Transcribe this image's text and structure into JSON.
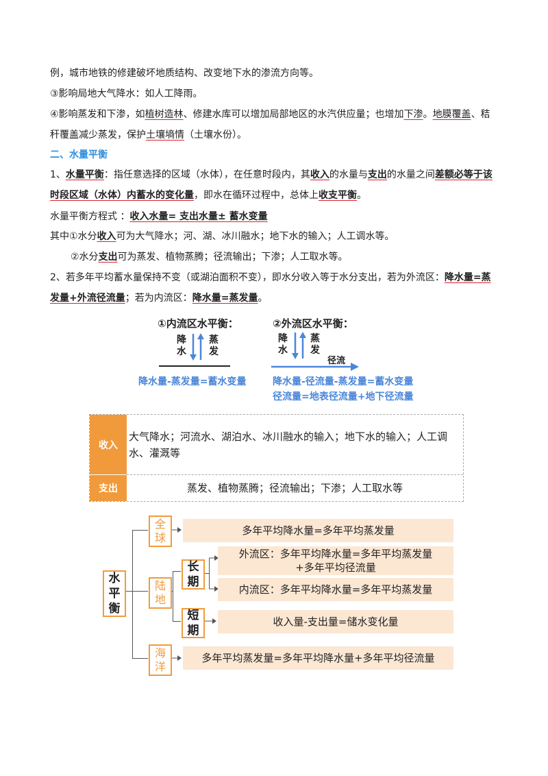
{
  "p1": "例，城市地铁的修建破坏地质结构、改变地下水的渗流方向等。",
  "p2": "③影响局地大气降水：如人工降雨。",
  "p3": {
    "a": "④影响蒸发和下渗，如",
    "b": "植树造林",
    "c": "、修建水库可以增加局部地区的水汽供应量；也增加",
    "d": "下渗",
    "e": "。",
    "f": "地膜覆盖",
    "g": "、秸"
  },
  "p4": {
    "a": "秆覆盖减少蒸发，保护",
    "b": "土壤墒情",
    "c": "（土壤水份）。"
  },
  "h2": "二、水量平衡",
  "d1": {
    "a": "1、",
    "b": "水量平衡",
    "c": "：指任意选择的区域（水体），在任意时段内，其",
    "d": "收入",
    "e": "的水量与",
    "f": "支出",
    "g": "的水量之间",
    "h": "差额必等于该"
  },
  "d2": {
    "a": "时段区域（水体）内蓄水的变化量",
    "b": "，即水在循环过程中，总体上",
    "c": "收支平衡",
    "d": "。"
  },
  "eq": {
    "a": "水量平衡方程式 ：",
    "b": "收入水量= 支出水量± 蓄水变量"
  },
  "in": {
    "a": "其中①水分",
    "b": "收入",
    "c": "可为大气降水；河、湖、冰川融水；地下水的输入；人工调水等。"
  },
  "out": {
    "a": "②水分",
    "b": "支出",
    "c": "可为蒸发、植物蒸腾；径流输出；下渗；人工取水等。"
  },
  "d3": {
    "a": "2、若多年平均蓄水量保持不变（或湖泊面积不变），即水分收入等于水分支出，若为外流区：",
    "b": "降水量=蒸"
  },
  "d4": {
    "a": "发量+外流径流量",
    "b": "；若为内流区：",
    "c": "降水量=蒸发量",
    "d": "。"
  },
  "diagram": {
    "left_title": "①内流区水平衡：",
    "right_title": "②外流区水平衡：",
    "precip": "降水",
    "evap": "蒸发",
    "runoff": "径流",
    "left_eq": "降水量-蒸发量=蓄水变量",
    "right_eq1": "降水量-径流量-蒸发量=蓄水变量",
    "right_eq2": "径流量=地表径流量+地下径流量",
    "accent": "#4a86d9"
  },
  "table": {
    "in_label": "收入",
    "in_text": "大气降水；河流水、湖泊水、冰川融水的输入；地下水的输入；人工调水、灌溉等",
    "out_label": "支出",
    "out_text": "蒸发、植物蒸腾；径流输出；下渗；人工取水等",
    "header_color": "#f19a3b"
  },
  "tree": {
    "root": "水平衡",
    "global": "全球",
    "global_eq": "多年平均降水量=多年平均蒸发量",
    "land": "陆地",
    "long": "长期",
    "short": "短期",
    "ext_eq": "外流区：多年平均降水量=多年平均蒸发量+多年平均径流量",
    "int_eq": "内流区：多年平均降水量=多年平均蒸发量",
    "short_eq": "收入量-支出量=储水变化量",
    "ocean": "海洋",
    "ocean_eq": "多年平均蒸发量=多年平均降水量+多年平均径流量",
    "box_color": "#f19a3b",
    "fill_color": "#fce7d3"
  }
}
